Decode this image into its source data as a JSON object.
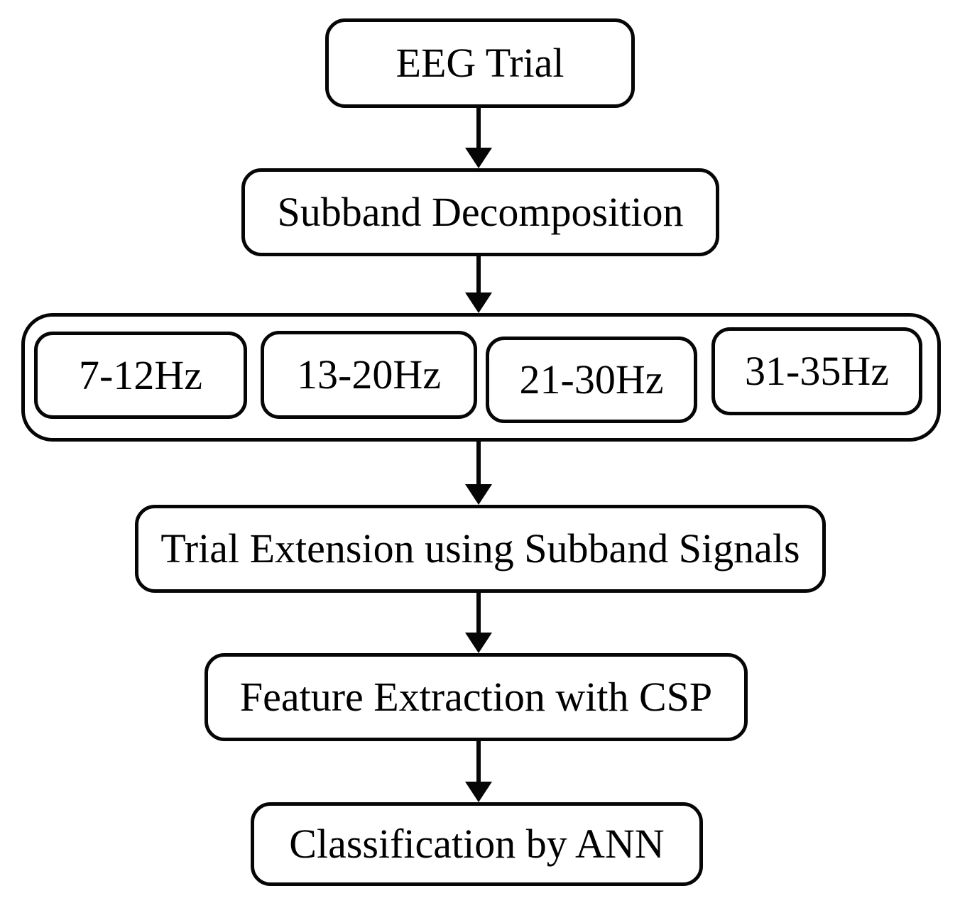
{
  "flowchart": {
    "background_color": "#ffffff",
    "stroke_color": "#060606",
    "text_color": "#000000",
    "nodes": {
      "eeg_trial": {
        "label": "EEG Trial"
      },
      "subband_decomposition": {
        "label": "Subband Decomposition"
      },
      "subband_group": {
        "items": [
          {
            "label": "7-12Hz"
          },
          {
            "label": "13-20Hz"
          },
          {
            "label": "21-30Hz"
          },
          {
            "label": "31-35Hz"
          }
        ]
      },
      "trial_extension": {
        "label": "Trial Extension using Subband Signals"
      },
      "feature_extraction": {
        "label": "Feature Extraction with CSP"
      },
      "classification": {
        "label": "Classification by ANN"
      }
    },
    "edges": [
      {
        "from": "eeg_trial",
        "to": "subband_decomposition"
      },
      {
        "from": "subband_decomposition",
        "to": "subband_group"
      },
      {
        "from": "subband_group",
        "to": "trial_extension"
      },
      {
        "from": "trial_extension",
        "to": "feature_extraction"
      },
      {
        "from": "feature_extraction",
        "to": "classification"
      }
    ]
  }
}
